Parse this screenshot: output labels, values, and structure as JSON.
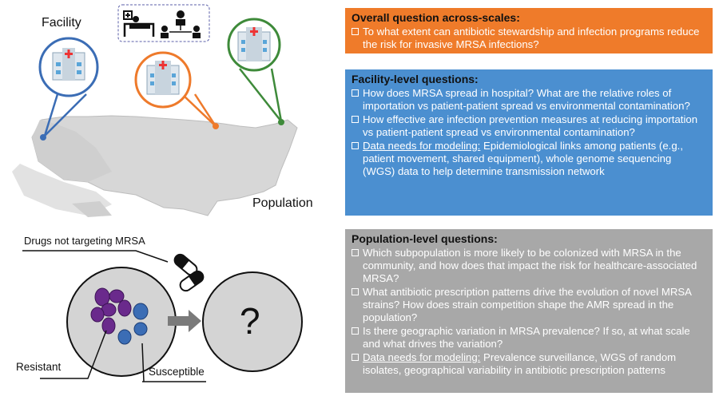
{
  "labels": {
    "facility": "Facility",
    "population": "Population",
    "drugs": "Drugs not targeting MRSA",
    "resistant": "Resistant",
    "susceptible": "Susceptible",
    "unknown": "?"
  },
  "overall": {
    "title": "Overall question across-scales:",
    "items": [
      "To what extent can antibiotic stewardship and infection programs reduce the risk for invasive MRSA infections?"
    ]
  },
  "facility_questions": {
    "title": "Facility-level questions:",
    "items": [
      "How does MRSA spread in hospital? What are the relative roles of importation vs patient-patient spread vs environmental contamination?",
      "How effective are infection prevention measures at reducing importation vs patient-patient spread vs environmental contamination?"
    ],
    "data_label": "Data needs for modeling:",
    "data_text": " Epidemiological links among patients (e.g., patient movement, shared equipment), whole genome sequencing (WGS) data to help determine transmission network"
  },
  "population_questions": {
    "title": "Population-level questions:",
    "items": [
      "Which subpopulation is more likely to be colonized with MRSA in the community, and how does that impact the risk for healthcare-associated MRSA?",
      "What antibiotic prescription patterns drive the evolution of novel MRSA strains? How does strain competition shape the AMR spread in the population?",
      "Is there geographic variation in MRSA prevalence? If so, at what scale and what drives the variation?"
    ],
    "data_label": "Data needs for modeling:",
    "data_text": " Prevalence surveillance, WGS of random isolates, geographical variability in antibiotic prescription patterns"
  },
  "colors": {
    "orange": "#ef7b2a",
    "blue": "#4b8fd0",
    "gray": "#a8a8a8",
    "green": "#3e8a3a",
    "purple": "#6a2a8c",
    "pin_blue": "#3b6db5",
    "pin_orange": "#ee7a2b"
  }
}
